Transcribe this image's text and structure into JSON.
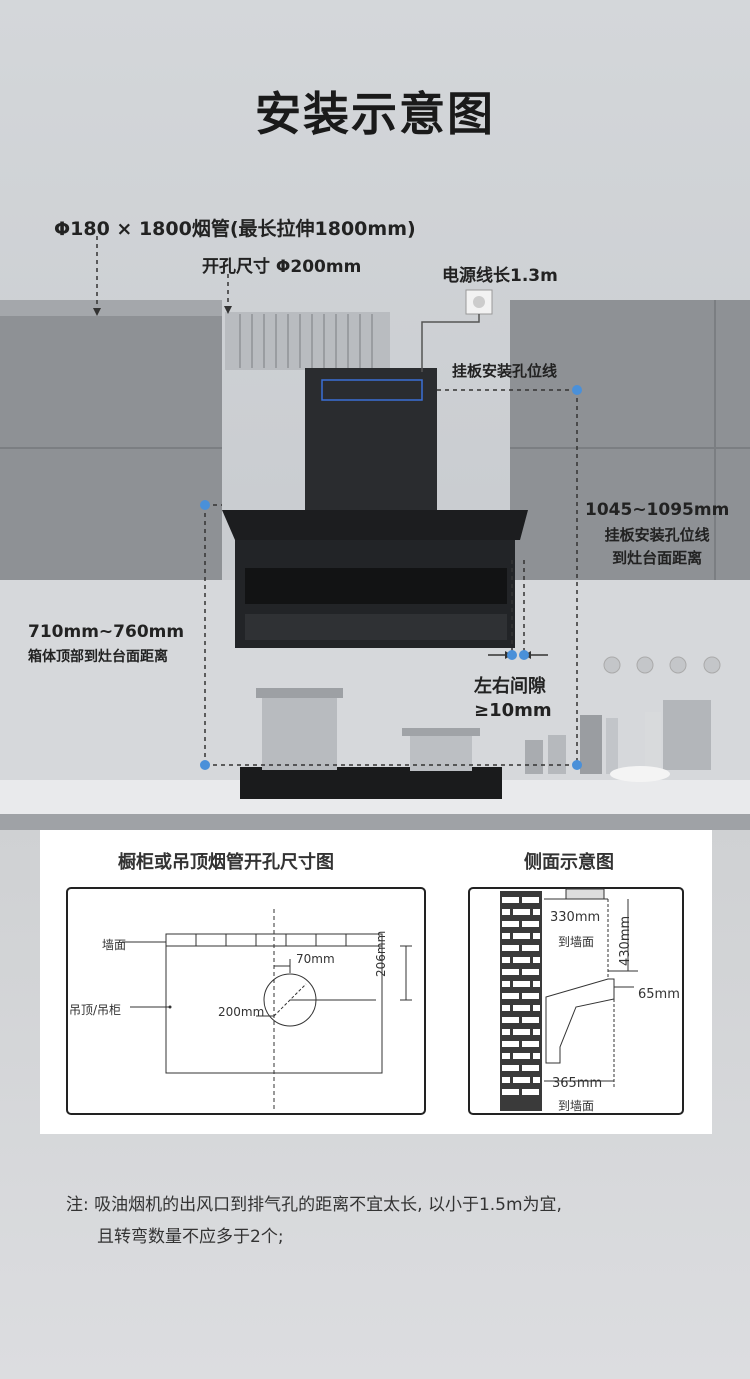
{
  "title": "安装示意图",
  "labels": {
    "duct": "Φ180 × 1800烟管(最长拉伸1800mm)",
    "hole": "开孔尺寸 Φ200mm",
    "power": "电源线长1.3m",
    "mount_line": "挂板安装孔位线",
    "mount_dist_value": "1045~1095mm",
    "mount_dist_line1": "挂板安装孔位线",
    "mount_dist_line2": "到灶台面距离",
    "box_dist_value": "710mm~760mm",
    "box_dist_label": "箱体顶部到灶台面距离",
    "gap_line1": "左右间隙",
    "gap_line2": "≥10mm"
  },
  "diagram_left": {
    "title": "橱柜或吊顶烟管开孔尺寸图",
    "wall": "墙面",
    "ceiling": "吊顶/吊柜",
    "d70": "70mm",
    "d206": "206mm",
    "d200": "200mm"
  },
  "diagram_right": {
    "title": "侧面示意图",
    "d330": "330mm",
    "to_wall_1": "到墙面",
    "d430": "430mm",
    "d65": "65mm",
    "d365": "365mm",
    "to_wall_2": "到墙面"
  },
  "note": {
    "line1": "注: 吸油烟机的出风口到排气孔的距离不宜太长, 以小于1.5m为宜,",
    "line2": "且转弯数量不应多于2个;"
  },
  "colors": {
    "accent_dot": "#4a90d9"
  }
}
